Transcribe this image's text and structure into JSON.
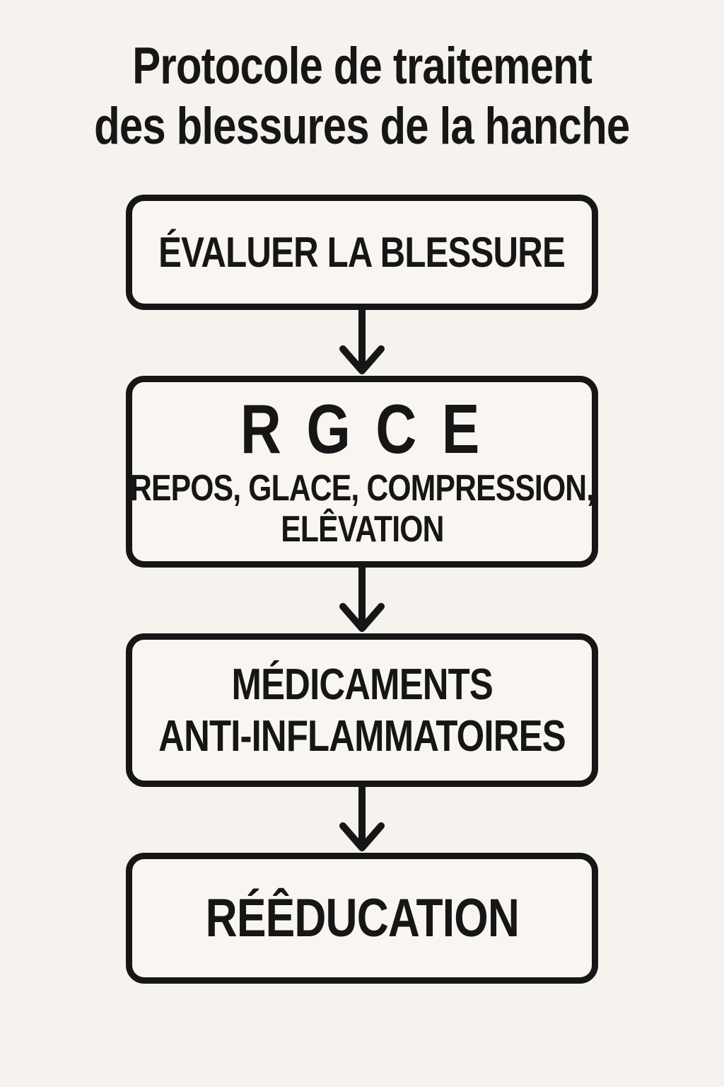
{
  "header": {
    "title_line1": "Protocole de traitement",
    "title_line2": "des blessures de la hanche"
  },
  "flowchart": {
    "steps": [
      {
        "label": "ÉVALUER LA BLESSURE"
      },
      {
        "acronym": "R G C E",
        "subtitle_line1": "REPOS, GLACE, COMPRESSION,",
        "subtitle_line2": "ELÊVATION"
      },
      {
        "label_line1": "MÉDICAMENTS",
        "label_line2": "ANTI-INFLAMMATOIRES"
      },
      {
        "label": "RÉÊDUCATION"
      }
    ],
    "connector": "down-arrow"
  },
  "colors": {
    "background": "#f6f3ee",
    "box_fill": "#f9f6f1",
    "ink": "#161616"
  }
}
